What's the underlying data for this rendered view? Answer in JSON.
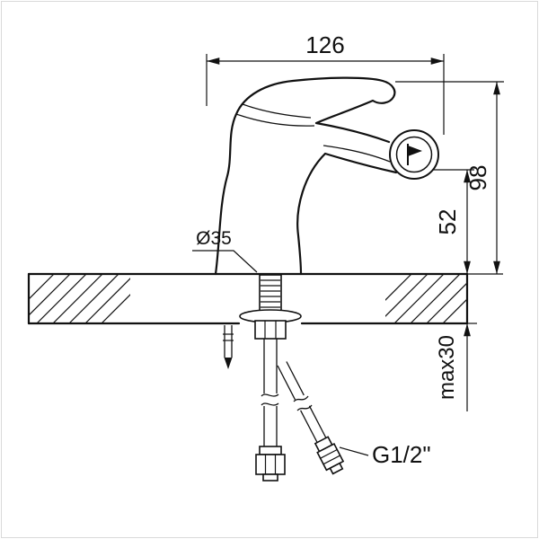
{
  "diagram": {
    "kind": "faucet-installation-technical-drawing",
    "labels": {
      "width": "126",
      "height": "98",
      "outlet_height": "52",
      "base_diameter": "Ø35",
      "max_thickness": "max30",
      "thread": "G1/2\""
    },
    "colors": {
      "line": "#111111",
      "background": "#ffffff",
      "frame": "#d9d9d9"
    }
  }
}
